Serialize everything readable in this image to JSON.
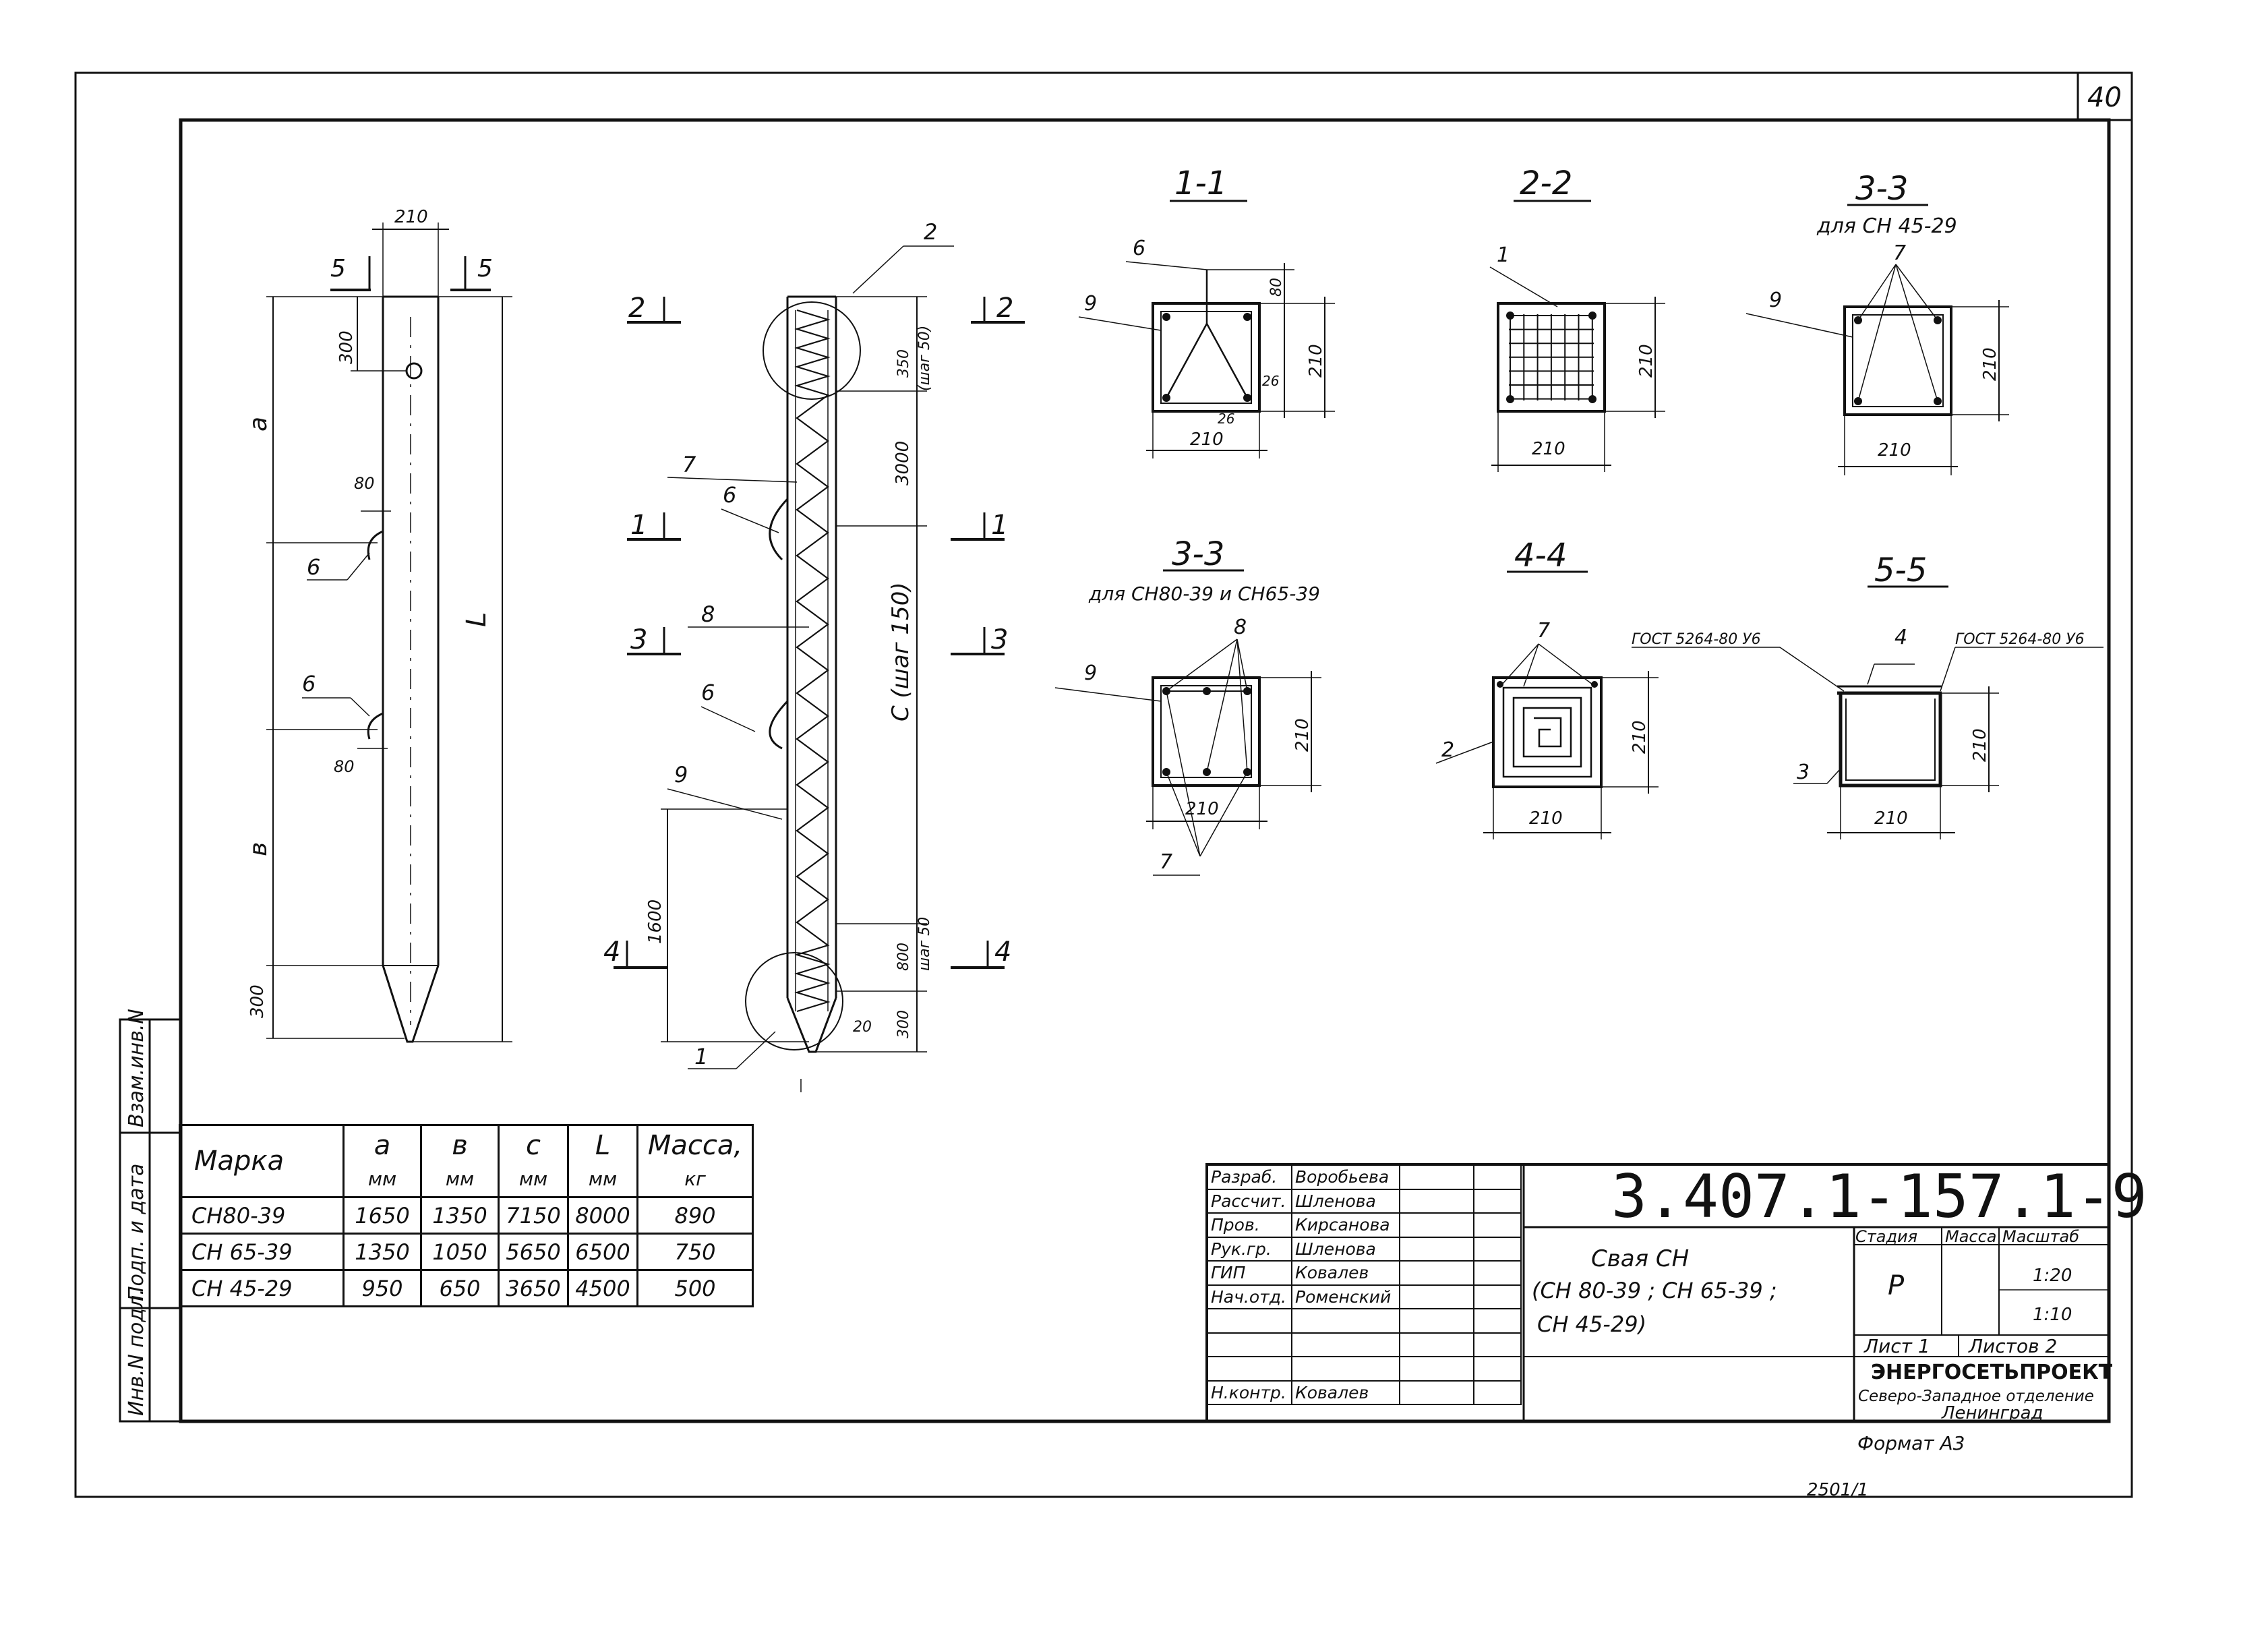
{
  "sheet_number": "40",
  "side_labels": [
    "Инв.N подл.",
    "Подп. и дата",
    "Взам.инв.N"
  ],
  "elevation": {
    "width": "210",
    "a": "a",
    "b": "в",
    "L": "L",
    "d300_top": "300",
    "d300_bottom": "300",
    "d80_upper": "80",
    "d80_lower": "80",
    "pos6_upper": "6",
    "pos6_lower": "6",
    "section_5": "5"
  },
  "rebar_view": {
    "labels": {
      "p2": "2",
      "p7": "7",
      "p6a": "6",
      "p8": "8",
      "p6b": "6",
      "p9": "9",
      "p1": "1"
    },
    "dims": {
      "d350": "350",
      "d350_step": "(шаг 50)",
      "d3000": "3000",
      "dC": "С (шаг 150)",
      "d1600": "1600",
      "d800": "800",
      "d800_step": "шаг 50",
      "d300": "300",
      "d20": "20"
    },
    "sections": [
      "2",
      "1",
      "3",
      "4"
    ]
  },
  "sections": {
    "s11": {
      "title": "1-1",
      "pos6": "6",
      "pos9": "9",
      "d80": "80",
      "d210v": "210",
      "d26a": "26",
      "d26b": "26",
      "d210h": "210"
    },
    "s22": {
      "title": "2-2",
      "pos1": "1",
      "d210v": "210",
      "d210h": "210"
    },
    "s33a": {
      "title": "3-3",
      "sub": "для СН 45-29",
      "pos7": "7",
      "pos9": "9",
      "d210v": "210",
      "d210h": "210"
    },
    "s33b": {
      "title": "3-3",
      "sub": "для СН80-39 и СН65-39",
      "pos8": "8",
      "pos9": "9",
      "pos7": "7",
      "d210v": "210",
      "d210h": "210"
    },
    "s44": {
      "title": "4-4",
      "pos7": "7",
      "pos2": "2",
      "d210v": "210",
      "d210h": "210"
    },
    "s55": {
      "title": "5-5",
      "gost_left": "ГОСТ 5264-80 У6",
      "gost_right": "ГОСТ 5264-80 У6",
      "pos4": "4",
      "pos3": "3",
      "d210v": "210",
      "d210h": "210"
    }
  },
  "spec_table": {
    "headers": [
      {
        "name": "Марка",
        "unit": ""
      },
      {
        "name": "a",
        "unit": "мм"
      },
      {
        "name": "в",
        "unit": "мм"
      },
      {
        "name": "с",
        "unit": "мм"
      },
      {
        "name": "L",
        "unit": "мм"
      },
      {
        "name": "Масса,",
        "unit": "кг"
      }
    ],
    "rows": [
      [
        "СН80-39",
        "1650",
        "1350",
        "7150",
        "8000",
        "890"
      ],
      [
        "СН 65-39",
        "1350",
        "1050",
        "5650",
        "6500",
        "750"
      ],
      [
        "СН 45-29",
        "950",
        "650",
        "3650",
        "4500",
        "500"
      ]
    ]
  },
  "title_block": {
    "doc_code": "3.407.1-157.1-9",
    "people": [
      {
        "role": "Разраб.",
        "name": "Воробьева"
      },
      {
        "role": "Рассчит.",
        "name": "Шленова"
      },
      {
        "role": "Пров.",
        "name": "Кирсанова"
      },
      {
        "role": "Рук.гр.",
        "name": "Шленова"
      },
      {
        "role": "ГИП",
        "name": "Ковалев"
      },
      {
        "role": "Нач.отд.",
        "name": "Роменский"
      },
      {
        "role": "",
        "name": ""
      },
      {
        "role": "",
        "name": ""
      },
      {
        "role": "",
        "name": ""
      },
      {
        "role": "Н.контр.",
        "name": "Ковалев"
      }
    ],
    "product_title": "Свая СН",
    "product_line2": "(СН 80-39 ; СН 65-39 ;",
    "product_line3": "СН 45-29)",
    "stage_label": "Стадия",
    "mass_label": "Масса",
    "scale_label": "Масштаб",
    "stage_value": "Р",
    "scale_1": "1:20",
    "scale_2": "1:10",
    "sheet_label": "Лист 1",
    "sheets_label": "Листов 2",
    "org_name": "ЭНЕРГОСЕТЬПРОЕКТ",
    "org_branch": "Северо-Западное отделение",
    "org_city": "Ленинград",
    "format": "Формат А3",
    "footer_code": "2501/1"
  }
}
